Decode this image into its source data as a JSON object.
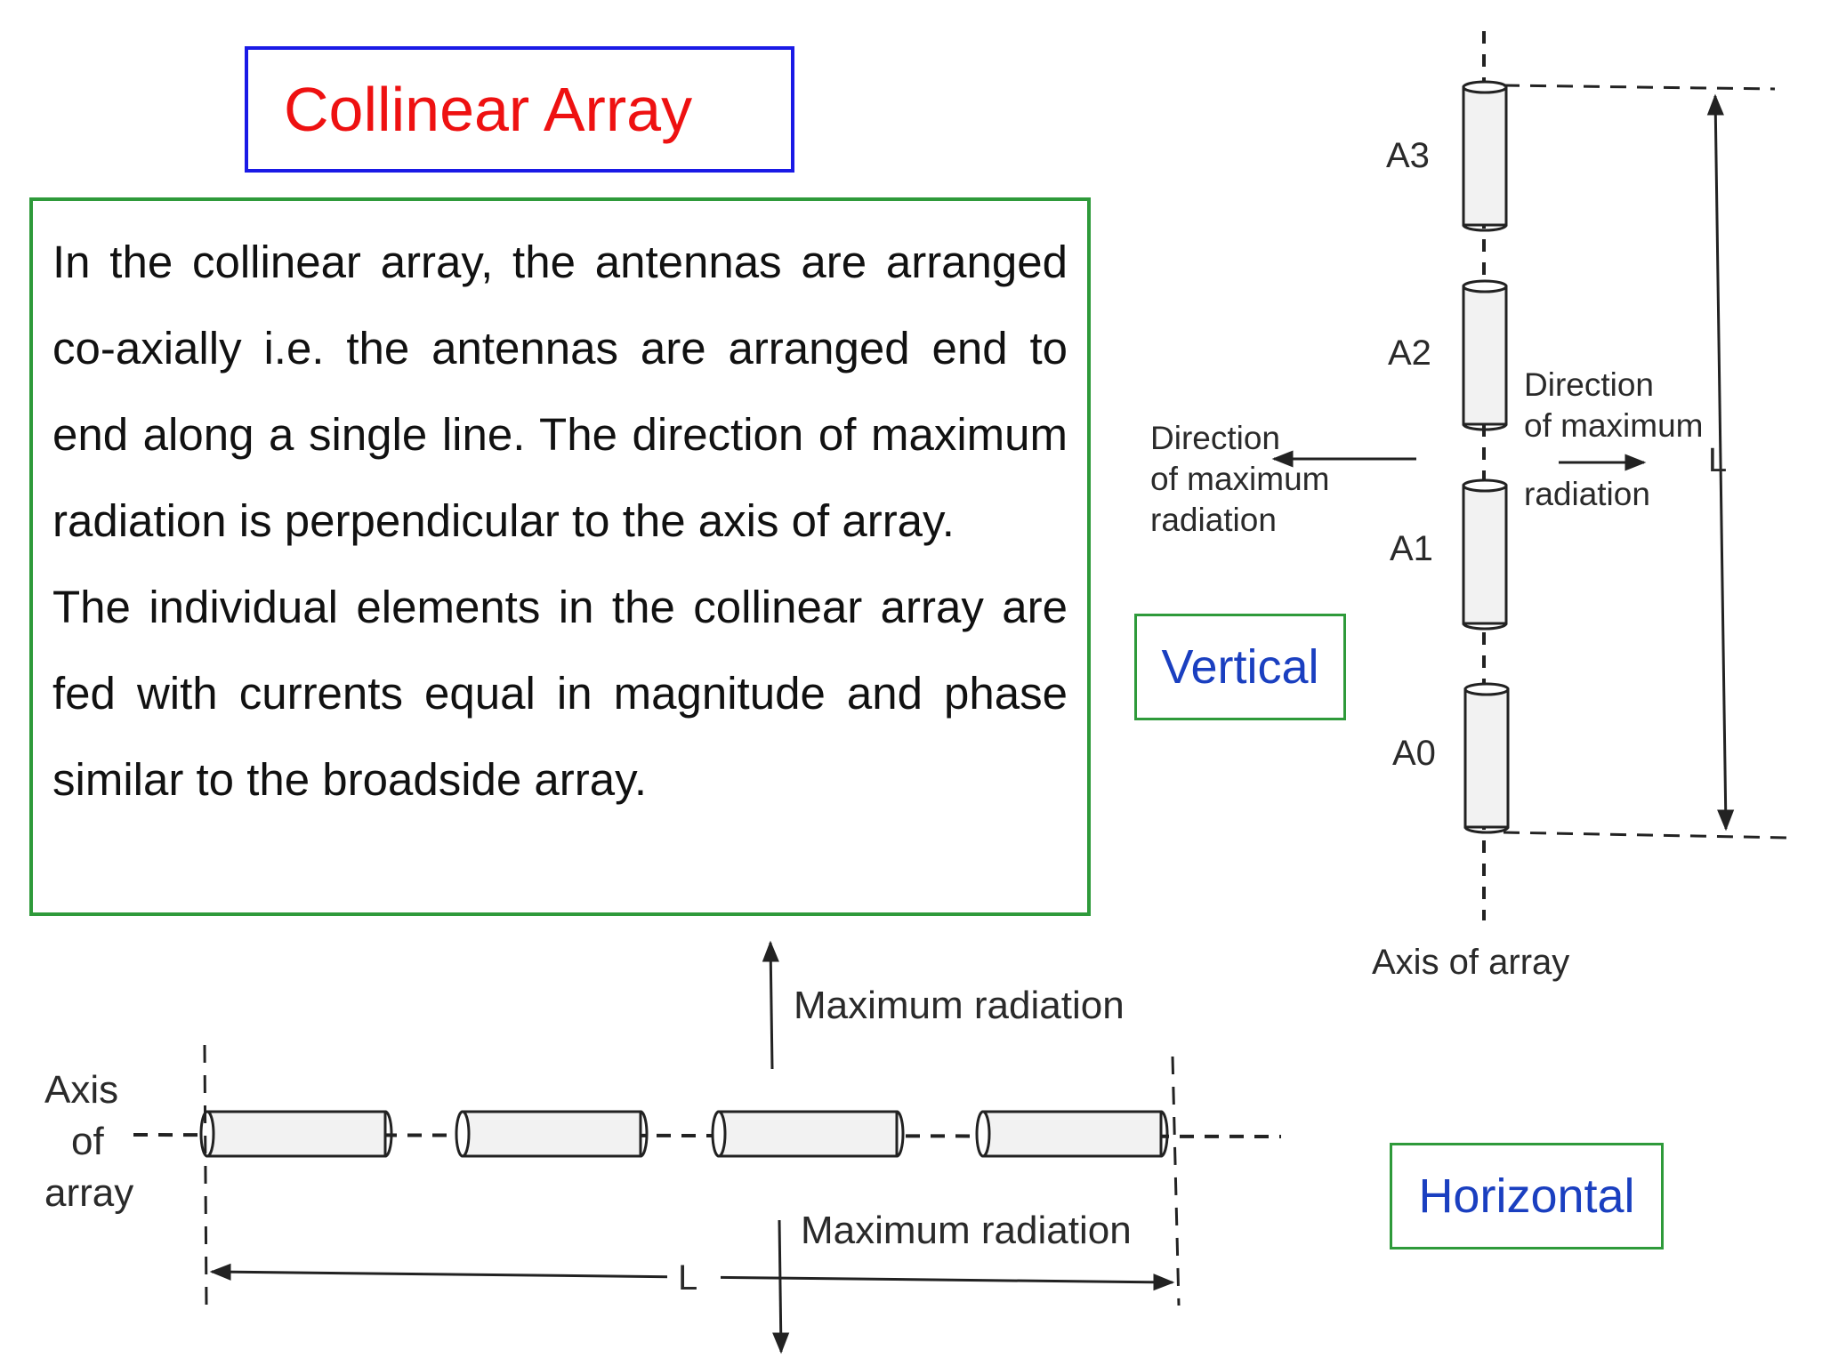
{
  "title": "Collinear Array",
  "description": {
    "paragraph1": "In the collinear array, the antennas are arranged co-axially i.e. the antennas are arranged end to end along a single line. The direction of maximum radiation is perpendicular to the axis of array.",
    "paragraph2": "The individual elements in the collinear array are fed with currents equal in magnitude and phase similar to the broadside array."
  },
  "vertical_diagram": {
    "label": "Vertical",
    "elements": [
      "A3",
      "A2",
      "A1",
      "A0"
    ],
    "left_direction_label": [
      "Direction",
      "of maximum",
      "radiation"
    ],
    "right_direction_label": [
      "Direction",
      "of maximum",
      "radiation"
    ],
    "length_label": "L",
    "axis_label": "Axis of array"
  },
  "horizontal_diagram": {
    "label": "Horizontal",
    "axis_label": [
      "Axis",
      "of",
      "array"
    ],
    "max_radiation_top": "Maximum radiation",
    "max_radiation_bottom": "Maximum radiation",
    "length_label": "L"
  },
  "colors": {
    "title_text": "#ee1111",
    "title_border": "#1a1ae6",
    "box_border": "#2e9a3a",
    "label_text": "#1a3fc0"
  }
}
